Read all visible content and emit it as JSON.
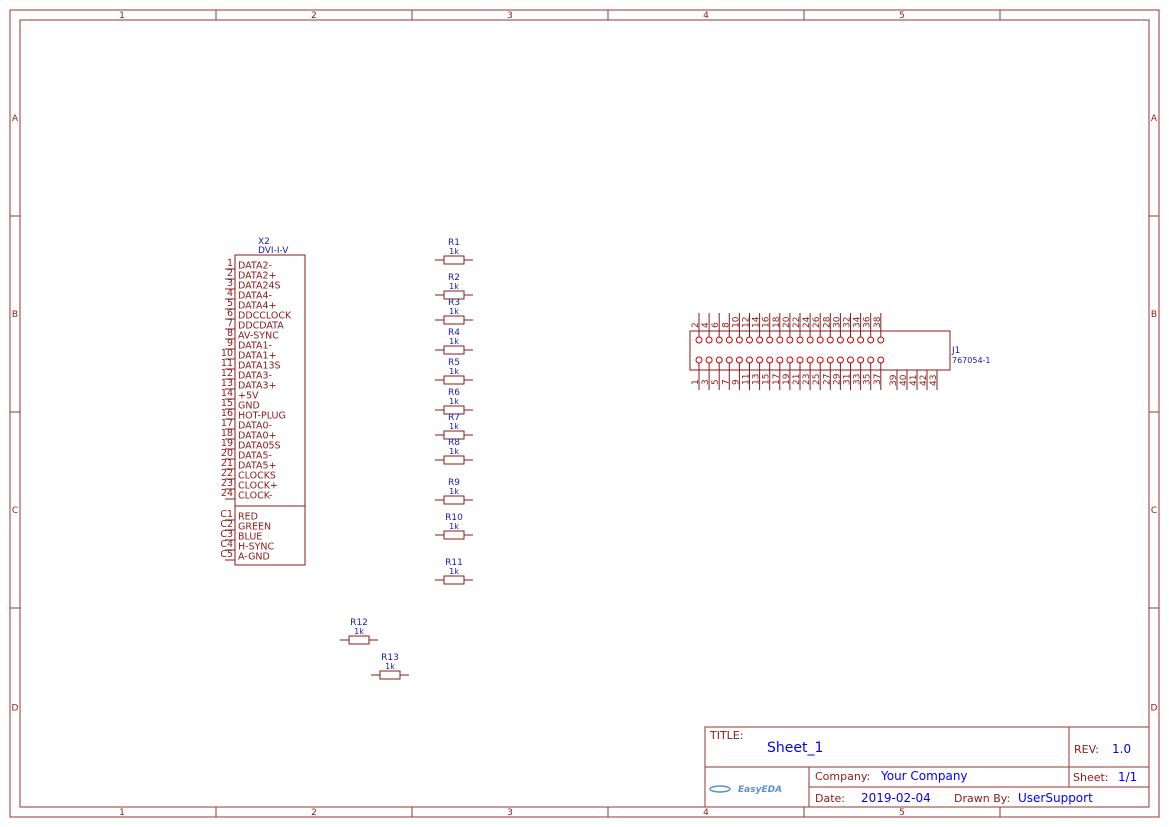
{
  "frame": {
    "columns": [
      "1",
      "2",
      "3",
      "4",
      "5"
    ],
    "rows": [
      "A",
      "B",
      "C",
      "D"
    ]
  },
  "colors": {
    "line": "#8b1a1a",
    "text_blue": "#1a1aa6",
    "value_blue": "#0000ff"
  },
  "x2": {
    "designator": "X2",
    "part": "DVI-I-V",
    "pins": [
      {
        "num": "1",
        "name": "DATA2-"
      },
      {
        "num": "2",
        "name": "DATA2+"
      },
      {
        "num": "3",
        "name": "DATA24S"
      },
      {
        "num": "4",
        "name": "DATA4-"
      },
      {
        "num": "5",
        "name": "DATA4+"
      },
      {
        "num": "6",
        "name": "DDCCLOCK"
      },
      {
        "num": "7",
        "name": "DDCDATA"
      },
      {
        "num": "8",
        "name": "AV-SYNC"
      },
      {
        "num": "9",
        "name": "DATA1-"
      },
      {
        "num": "10",
        "name": "DATA1+"
      },
      {
        "num": "11",
        "name": "DATA13S"
      },
      {
        "num": "12",
        "name": "DATA3-"
      },
      {
        "num": "13",
        "name": "DATA3+"
      },
      {
        "num": "14",
        "name": "+5V"
      },
      {
        "num": "15",
        "name": "GND"
      },
      {
        "num": "16",
        "name": "HOT-PLUG"
      },
      {
        "num": "17",
        "name": "DATA0-"
      },
      {
        "num": "18",
        "name": "DATA0+"
      },
      {
        "num": "19",
        "name": "DATA05S"
      },
      {
        "num": "20",
        "name": "DATA5-"
      },
      {
        "num": "21",
        "name": "DATA5+"
      },
      {
        "num": "22",
        "name": "CLOCKS"
      },
      {
        "num": "23",
        "name": "CLOCK+"
      },
      {
        "num": "24",
        "name": "CLOCK-"
      }
    ],
    "analog_pins": [
      {
        "num": "C1",
        "name": "RED"
      },
      {
        "num": "C2",
        "name": "GREEN"
      },
      {
        "num": "C3",
        "name": "BLUE"
      },
      {
        "num": "C4",
        "name": "H-SYNC"
      },
      {
        "num": "C5",
        "name": "A-GND"
      }
    ]
  },
  "resistors": [
    {
      "designator": "R1",
      "value": "1k"
    },
    {
      "designator": "R2",
      "value": "1k"
    },
    {
      "designator": "R3",
      "value": "1k"
    },
    {
      "designator": "R4",
      "value": "1k"
    },
    {
      "designator": "R5",
      "value": "1k"
    },
    {
      "designator": "R6",
      "value": "1k"
    },
    {
      "designator": "R7",
      "value": "1k"
    },
    {
      "designator": "R8",
      "value": "1k"
    },
    {
      "designator": "R9",
      "value": "1k"
    },
    {
      "designator": "R10",
      "value": "1k"
    },
    {
      "designator": "R11",
      "value": "1k"
    },
    {
      "designator": "R12",
      "value": "1k"
    },
    {
      "designator": "R13",
      "value": "1k"
    }
  ],
  "j1": {
    "designator": "J1",
    "part": "767054-1",
    "top_pins": [
      "2",
      "4",
      "6",
      "8",
      "10",
      "12",
      "14",
      "16",
      "18",
      "20",
      "22",
      "24",
      "26",
      "28",
      "30",
      "32",
      "34",
      "36",
      "38"
    ],
    "bottom_pins": [
      "1",
      "3",
      "5",
      "7",
      "9",
      "11",
      "13",
      "15",
      "17",
      "19",
      "21",
      "23",
      "25",
      "27",
      "29",
      "31",
      "33",
      "35",
      "37"
    ],
    "extra_pins": [
      "39",
      "40",
      "41",
      "42",
      "43"
    ]
  },
  "title_block": {
    "title_label": "TITLE:",
    "title": "Sheet_1",
    "rev_label": "REV:",
    "rev": "1.0",
    "company_label": "Company:",
    "company": "Your Company",
    "sheet_label": "Sheet:",
    "sheet": "1/1",
    "date_label": "Date:",
    "date": "2019-02-04",
    "drawn_by_label": "Drawn By:",
    "drawn_by": "UserSupport",
    "logo_text": "EasyEDA"
  }
}
